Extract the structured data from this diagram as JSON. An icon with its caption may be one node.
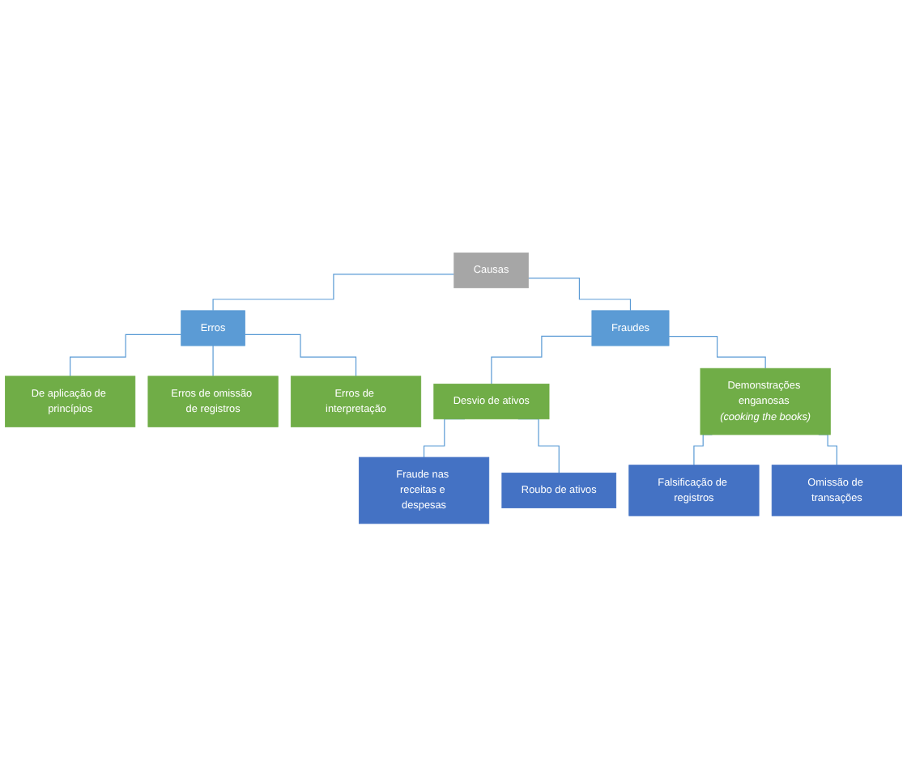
{
  "diagram": {
    "nodes": [
      {
        "text": [
          "Causas"
        ]
      },
      {
        "text": [
          "Erros"
        ]
      },
      {
        "text": [
          "Fraudes"
        ]
      },
      {
        "text": [
          "De aplicação de princípios"
        ]
      },
      {
        "text": [
          "Erros de omissão de registros"
        ]
      },
      {
        "text": [
          "Erros de interpretação"
        ]
      },
      {
        "text": [
          "Desvio de ativos"
        ]
      },
      {
        "text": [
          "Demonstrações enganosas *(cooking the books)*"
        ]
      },
      {
        "text": [
          "Fraude nas receitas e despesas"
        ]
      },
      {
        "text": [
          "Roubo de ativos"
        ]
      },
      {
        "text": [
          "Falsificação de registros"
        ]
      },
      {
        "text": [
          "Omissão de transações"
        ]
      }
    ],
    "edges": [
      {
        "from": 0,
        "to": 1,
        "arrow": "none"
      },
      {
        "from": 0,
        "to": 2,
        "arrow": "none"
      },
      {
        "from": 1,
        "to": 3,
        "arrow": "none"
      },
      {
        "from": 1,
        "to": 4,
        "arrow": "none"
      },
      {
        "from": 1,
        "to": 5,
        "arrow": "none"
      },
      {
        "from": 2,
        "to": 6,
        "arrow": "none"
      },
      {
        "from": 2,
        "to": 7,
        "arrow": "none"
      },
      {
        "from": 6,
        "to": 8,
        "arrow": "none"
      },
      {
        "from": 6,
        "to": 9,
        "arrow": "none"
      },
      {
        "from": 7,
        "to": 10,
        "arrow": "none"
      },
      {
        "from": 7,
        "to": 11,
        "arrow": "none"
      }
    ]
  }
}
